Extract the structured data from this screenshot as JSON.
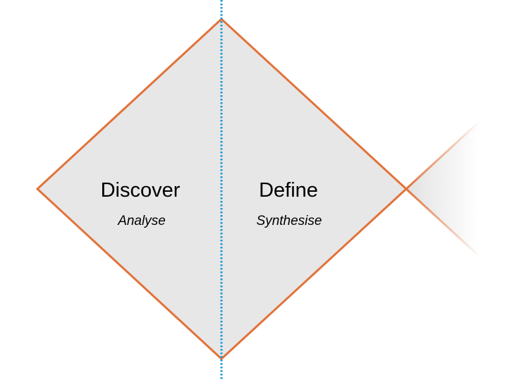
{
  "phases": [
    {
      "title": "Discover",
      "subtitle": "Analyse"
    },
    {
      "title": "Define",
      "subtitle": "Synthesise"
    }
  ],
  "colors": {
    "outline": "#E2733A",
    "fill": "#E7E7E7",
    "divider": "#1E9AD6",
    "next_fade_start": "#E2E2E2"
  }
}
